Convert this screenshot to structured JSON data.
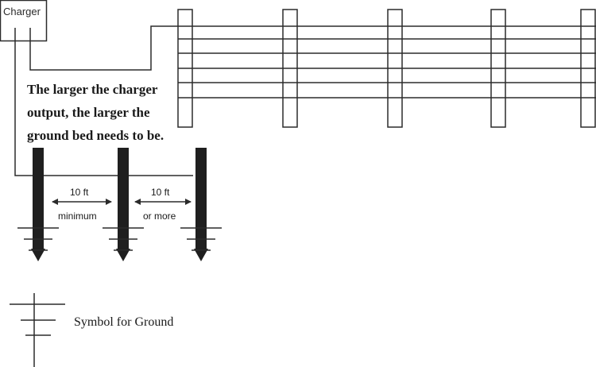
{
  "charger": {
    "label": "Charger"
  },
  "note": {
    "lines": [
      "The larger the charger",
      "output, the larger the",
      "ground bed needs to be."
    ]
  },
  "spacing": [
    {
      "distance": "10 ft",
      "qualifier": "minimum"
    },
    {
      "distance": "10 ft",
      "qualifier": "or more"
    }
  ],
  "legend": {
    "label": "Symbol for Ground"
  },
  "fence": {
    "posts": 5,
    "wires": 6
  },
  "ground_rods": {
    "count": 3
  },
  "colors": {
    "line": "#2b2b2b",
    "rod": "#1f1f1f",
    "background": "#ffffff"
  }
}
